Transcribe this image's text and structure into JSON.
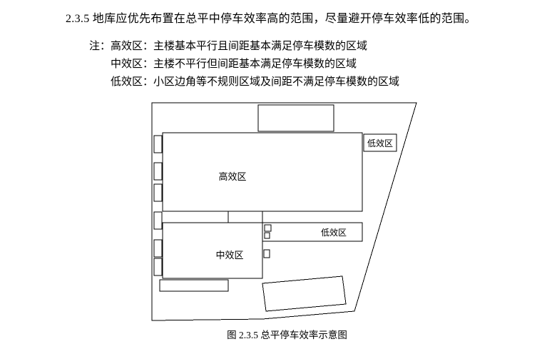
{
  "clause": {
    "number_and_text": "2.3.5 地库应优先布置在总平中停车效率高的范围，尽量避开停车效率低的范围。"
  },
  "notes": {
    "prefix": "注：",
    "lines": [
      "高效区：主楼基本平行且间距基本满足停车模数的区域",
      "中效区：主楼不平行但间距基本满足停车模数的区域",
      "低效区：小区边角等不规则区域及间距不满足停车模数的区域"
    ]
  },
  "diagram": {
    "labels": {
      "high_zone": "高效区",
      "medium_zone": "中效区",
      "low_zone_top": "低效区",
      "low_zone_mid": "低效区"
    },
    "line_color": "#000000"
  },
  "caption": "图 2.3.5 总平停车效率示意图"
}
